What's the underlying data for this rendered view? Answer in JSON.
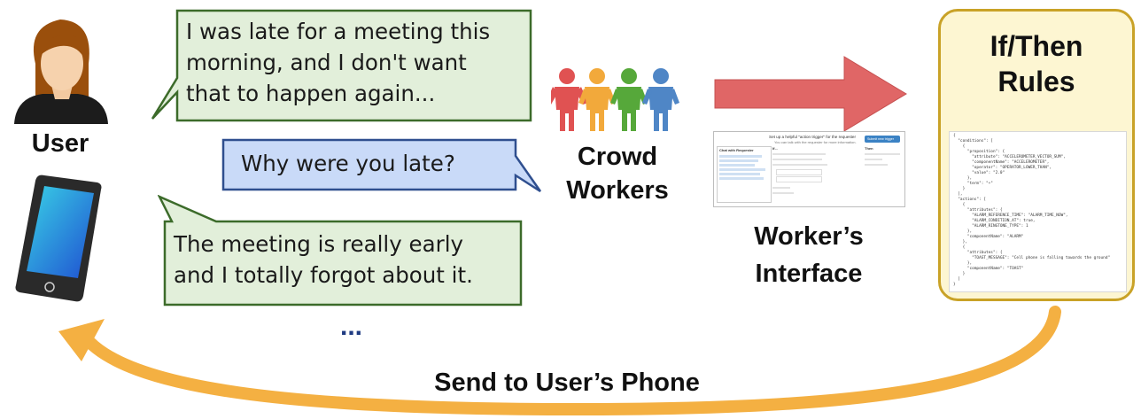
{
  "user_label": "User",
  "bubbles": [
    {
      "text_lines": [
        "I was late for a meeting this",
        "morning, and I don't want",
        "that to happen again..."
      ]
    },
    {
      "text_lines": [
        "Why were you late?"
      ]
    },
    {
      "text_lines": [
        "The meeting is really early",
        "and I totally forgot about it."
      ]
    }
  ],
  "ellipsis": "...",
  "crowd_label": [
    "Crowd",
    "Workers"
  ],
  "interface_label": [
    "Worker’s",
    "Interface"
  ],
  "rules_title": [
    "If/Then",
    "Rules"
  ],
  "bottom_label": "Send to User’s Phone",
  "worker_ui": {
    "header": "Set up a helpful \"action trigger\" for the requester",
    "subheader": "You can talk with the requester for more information.",
    "button": "Submit new trigger",
    "chat_title": "Chat with Requester",
    "if_title": "If...",
    "then_title": "Then"
  },
  "code_lines": [
    "{",
    "  \"conditions\": [",
    "    {",
    "      \"proposition\": {",
    "        \"attribute\": \"ACCELEROMETER_VECTOR_SUM\",",
    "        \"componentName\": \"ACCELEROMETER\",",
    "        \"operator\": \"OPERATOR_LOWER_THAN\",",
    "        \"value\": \"2.0\"",
    "      },",
    "      \"term\": \"+\"",
    "    }",
    "  ],",
    "  \"actions\": [",
    "    {",
    "      \"attributes\": {",
    "        \"ALARM_REFERENCE_TIME\": \"ALARM_TIME_NOW\",",
    "        \"ALARM_CONDITION_AT\": true,",
    "        \"ALARM_RINGTONE_TYPE\": 1",
    "      },",
    "      \"componentName\": \"ALARM\"",
    "    },",
    "    {",
    "      \"attributes\": {",
    "        \"TOAST_MESSAGE\": \"Cell phone is falling towards the ground\"",
    "      },",
    "      \"componentName\": \"TOAST\"",
    "    }",
    "  ]",
    "}"
  ],
  "colors": {
    "green_bubble_fill": "#e2efda",
    "green_bubble_border": "#3c6b2a",
    "blue_bubble_fill": "#c9daf8",
    "blue_bubble_border": "#2f4f8f",
    "red_arrow": "#e06666",
    "orange_arrow": "#f4b042",
    "rules_border": "#c9a227",
    "rules_fill": "#fdf6d2",
    "ellipsis": "#1f3b82"
  }
}
